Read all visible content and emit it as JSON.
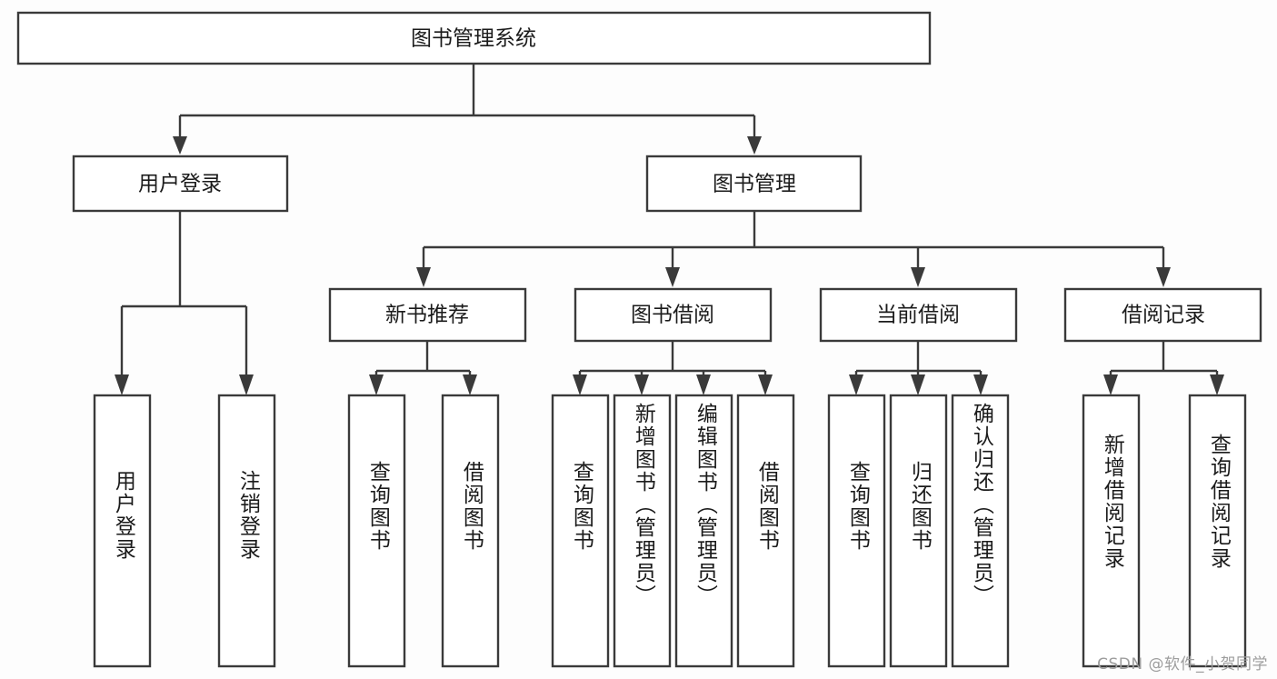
{
  "diagram": {
    "title": "图书管理系统",
    "type": "tree",
    "watermark": "CSDN @软件_小贺同学",
    "colors": {
      "box_stroke": "#3a3a3a",
      "box_fill": "#ffffff",
      "text": "#1b1b1b",
      "connector": "#3a3a3a",
      "background": "#fdfdfd",
      "watermark": "#9d9d9d"
    },
    "root": {
      "id": "root",
      "label": "图书管理系统",
      "orientation": "horizontal"
    },
    "level2": [
      {
        "id": "user-login",
        "label": "用户登录",
        "orientation": "horizontal"
      },
      {
        "id": "book-manage",
        "label": "图书管理",
        "orientation": "horizontal"
      }
    ],
    "level3": [
      {
        "id": "new-book-recommend",
        "label": "新书推荐",
        "orientation": "horizontal",
        "parent": "book-manage"
      },
      {
        "id": "book-borrow",
        "label": "图书借阅",
        "orientation": "horizontal",
        "parent": "book-manage"
      },
      {
        "id": "current-borrow",
        "label": "当前借阅",
        "orientation": "horizontal",
        "parent": "book-manage"
      },
      {
        "id": "borrow-record",
        "label": "借阅记录",
        "orientation": "horizontal",
        "parent": "book-manage"
      }
    ],
    "leaves": [
      {
        "id": "leaf-user-login",
        "label": "用户登录",
        "orientation": "vertical",
        "parent": "user-login"
      },
      {
        "id": "leaf-user-logout",
        "label": "注销登录",
        "orientation": "vertical",
        "parent": "user-login"
      },
      {
        "id": "leaf-query-book-1",
        "label": "查询图书",
        "orientation": "vertical",
        "parent": "new-book-recommend"
      },
      {
        "id": "leaf-borrow-book-1",
        "label": "借阅图书",
        "orientation": "vertical",
        "parent": "new-book-recommend"
      },
      {
        "id": "leaf-query-book-2",
        "label": "查询图书",
        "orientation": "vertical",
        "parent": "book-borrow"
      },
      {
        "id": "leaf-add-book",
        "label": "新增图书（管理员）",
        "orientation": "vertical",
        "parent": "book-borrow"
      },
      {
        "id": "leaf-edit-book",
        "label": "编辑图书（管理员）",
        "orientation": "vertical",
        "parent": "book-borrow"
      },
      {
        "id": "leaf-borrow-book-2",
        "label": "借阅图书",
        "orientation": "vertical",
        "parent": "book-borrow"
      },
      {
        "id": "leaf-query-book-3",
        "label": "查询图书",
        "orientation": "vertical",
        "parent": "current-borrow"
      },
      {
        "id": "leaf-return-book",
        "label": "归还图书",
        "orientation": "vertical",
        "parent": "current-borrow"
      },
      {
        "id": "leaf-confirm-return",
        "label": "确认归还（管理员）",
        "orientation": "vertical",
        "parent": "current-borrow"
      },
      {
        "id": "leaf-add-record",
        "label": "新增借阅记录",
        "orientation": "vertical",
        "parent": "borrow-record"
      },
      {
        "id": "leaf-query-record",
        "label": "查询借阅记录",
        "orientation": "vertical",
        "parent": "borrow-record"
      }
    ]
  }
}
